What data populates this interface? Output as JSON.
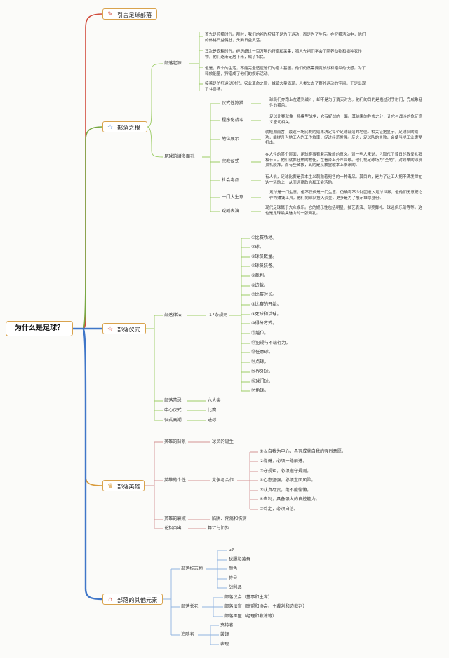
{
  "root": "为什么是足球？",
  "branches": {
    "intro": {
      "label": "引言足球部落",
      "icon": "pen-ruler-icon"
    },
    "root_of_tribe": {
      "label": "部落之根",
      "icon": "star-outline-icon",
      "origin_title": "部落起源",
      "origin_paras": [
        "首先是狩猎时代。那时，我们的祖先狩猎不是为了运动，而是为了生存。在狩猎活动中，他们的体格日益健壮，头脑日益灵活。",
        "其次是农耕时代。经历超过一百万年的狩猎和采集，猎人先祖们学会了圈养动物和播种农作物。他们逐渐定居下来，成了农民。",
        "但是，安宁的生活，不能完全适应他们的猎人基因。他们仍然需要竞技战和猎杀的快感。为了释放能量，狩猎成了他们的娱乐活动。",
        "接着是仿狂运动时代。农业革命之后，城镇大量涌现，人类失去了野外运动的空间。于是出现了斗兽场。"
      ],
      "faces_title": "足球的诸多面孔",
      "faces": [
        {
          "label": "仪式性狩猎",
          "text": "球员们奔跑上在遭到战斗，却不是为了消灭对方。他们的目的是瞄过对手射门，完成象征性的猎杀。"
        },
        {
          "label": "程序化战斗",
          "text": "足球比赛就像一场模型战争，它有好战的一面。其结果的胜负之分，让它与战斗的象征意义密切相关。"
        },
        {
          "label": "地位展示",
          "text": "就短期而言，最近一场比赛的结果决定每个足球部落的地位。相关证据显示，足球队的成功，能提升当地工人的工作效率，促进经济发展。反之，足球队的失败，会使当地工业遭受打击。"
        },
        {
          "label": "宗教仪式",
          "text": "在人性的某个层面，足球赛事有着宗教般的意义。对一些人来说，它取代了昔日的教堂礼拜和节日。他们就像狂热的教徒，在看台上齐声高歌。他们视足球场为“圣地”，对邻攀的球员顶礼膜拜，而有些贤教，真的是从教堂歌本上摘来的。"
        },
        {
          "label": "社会毒品",
          "text": "有人说，足球比赛是资本主义刺激着兜售的一种毒品。其目的，是为了让工人把不满发泄在这一运动上，从而远离政治和工会活动。"
        },
        {
          "label": "一门大生意",
          "text": "足球是一门生意，但不仅仅是一门生意。仍确有不少财团进入足球世界，但他们无意把它作为赚钱工具。他们向球队投入资金，更多是为了展示雄厚身份。"
        },
        {
          "label": "戏剧表演",
          "text": "现代足球属于大众娱乐。它的娱乐性包括明星、技艺表演、部奖舞礼、球迷俱乐部等等。这也是足球最具魅力的一张面孔。"
        }
      ]
    },
    "ritual": {
      "label": "部落仪式",
      "icon": "star-outline-icon",
      "law_title": "部落律法",
      "rules_title": "17条规则",
      "rules": [
        "①比赛场地。",
        "②球。",
        "③球员数量。",
        "④球员装备。",
        "⑤裁判。",
        "⑥边裁。",
        "⑦比赛时长。",
        "⑧比赛的开始。",
        "⑨死球和活球。",
        "⑩得分方式。",
        "⑪越位。",
        "⑫犯规与不端行为。",
        "⑬任意球。",
        "⑭点球。",
        "⑮界外球。",
        "⑯球门球。",
        "⑰角球。"
      ],
      "others": [
        {
          "label": "部落禁忌",
          "value": "六大类"
        },
        {
          "label": "中心仪式",
          "value": "比赛"
        },
        {
          "label": "仪式高潮",
          "value": "进球"
        }
      ]
    },
    "hero": {
      "label": "部落英雄",
      "icon": "trophy-icon",
      "background": {
        "label": "英雄的背景",
        "value": "球员的诞生"
      },
      "personality": {
        "label": "英雄的个性",
        "sub": "竞争与合作",
        "items": [
          "①以自我为中心，具有成就自我的强烈意愿。",
          "②稳健，必须一路前进。",
          "③守规矩，必须遵守规则。",
          "④心态坚强，必须直面风险。",
          "⑤认真尽责，绝不能偷懒。",
          "⑥自制，具备强大的自控能力。",
          "⑦笃定，必须自信。"
        ]
      },
      "misfortune": {
        "label": "英雄的衰败",
        "value": "陷阱、疼痛和伤病"
      },
      "tricks": {
        "label": "花招百出",
        "value": "算计与阴招"
      }
    },
    "elements": {
      "label": "部落的其他元素",
      "icon": "home-icon",
      "symbols": {
        "label": "部落标志物",
        "items": [
          "aZ",
          "球服和装备",
          "颜色",
          "符号",
          "战利品"
        ]
      },
      "elders": {
        "label": "部落长老",
        "items": [
          "部落议会（董事和主席）",
          "部落法官（联盟和协会、主裁判和边裁判）",
          "部落巫医（经理和教练等）"
        ]
      },
      "followers": {
        "label": "追随者",
        "items": [
          "支持者",
          "装饰",
          "表现"
        ]
      }
    }
  }
}
